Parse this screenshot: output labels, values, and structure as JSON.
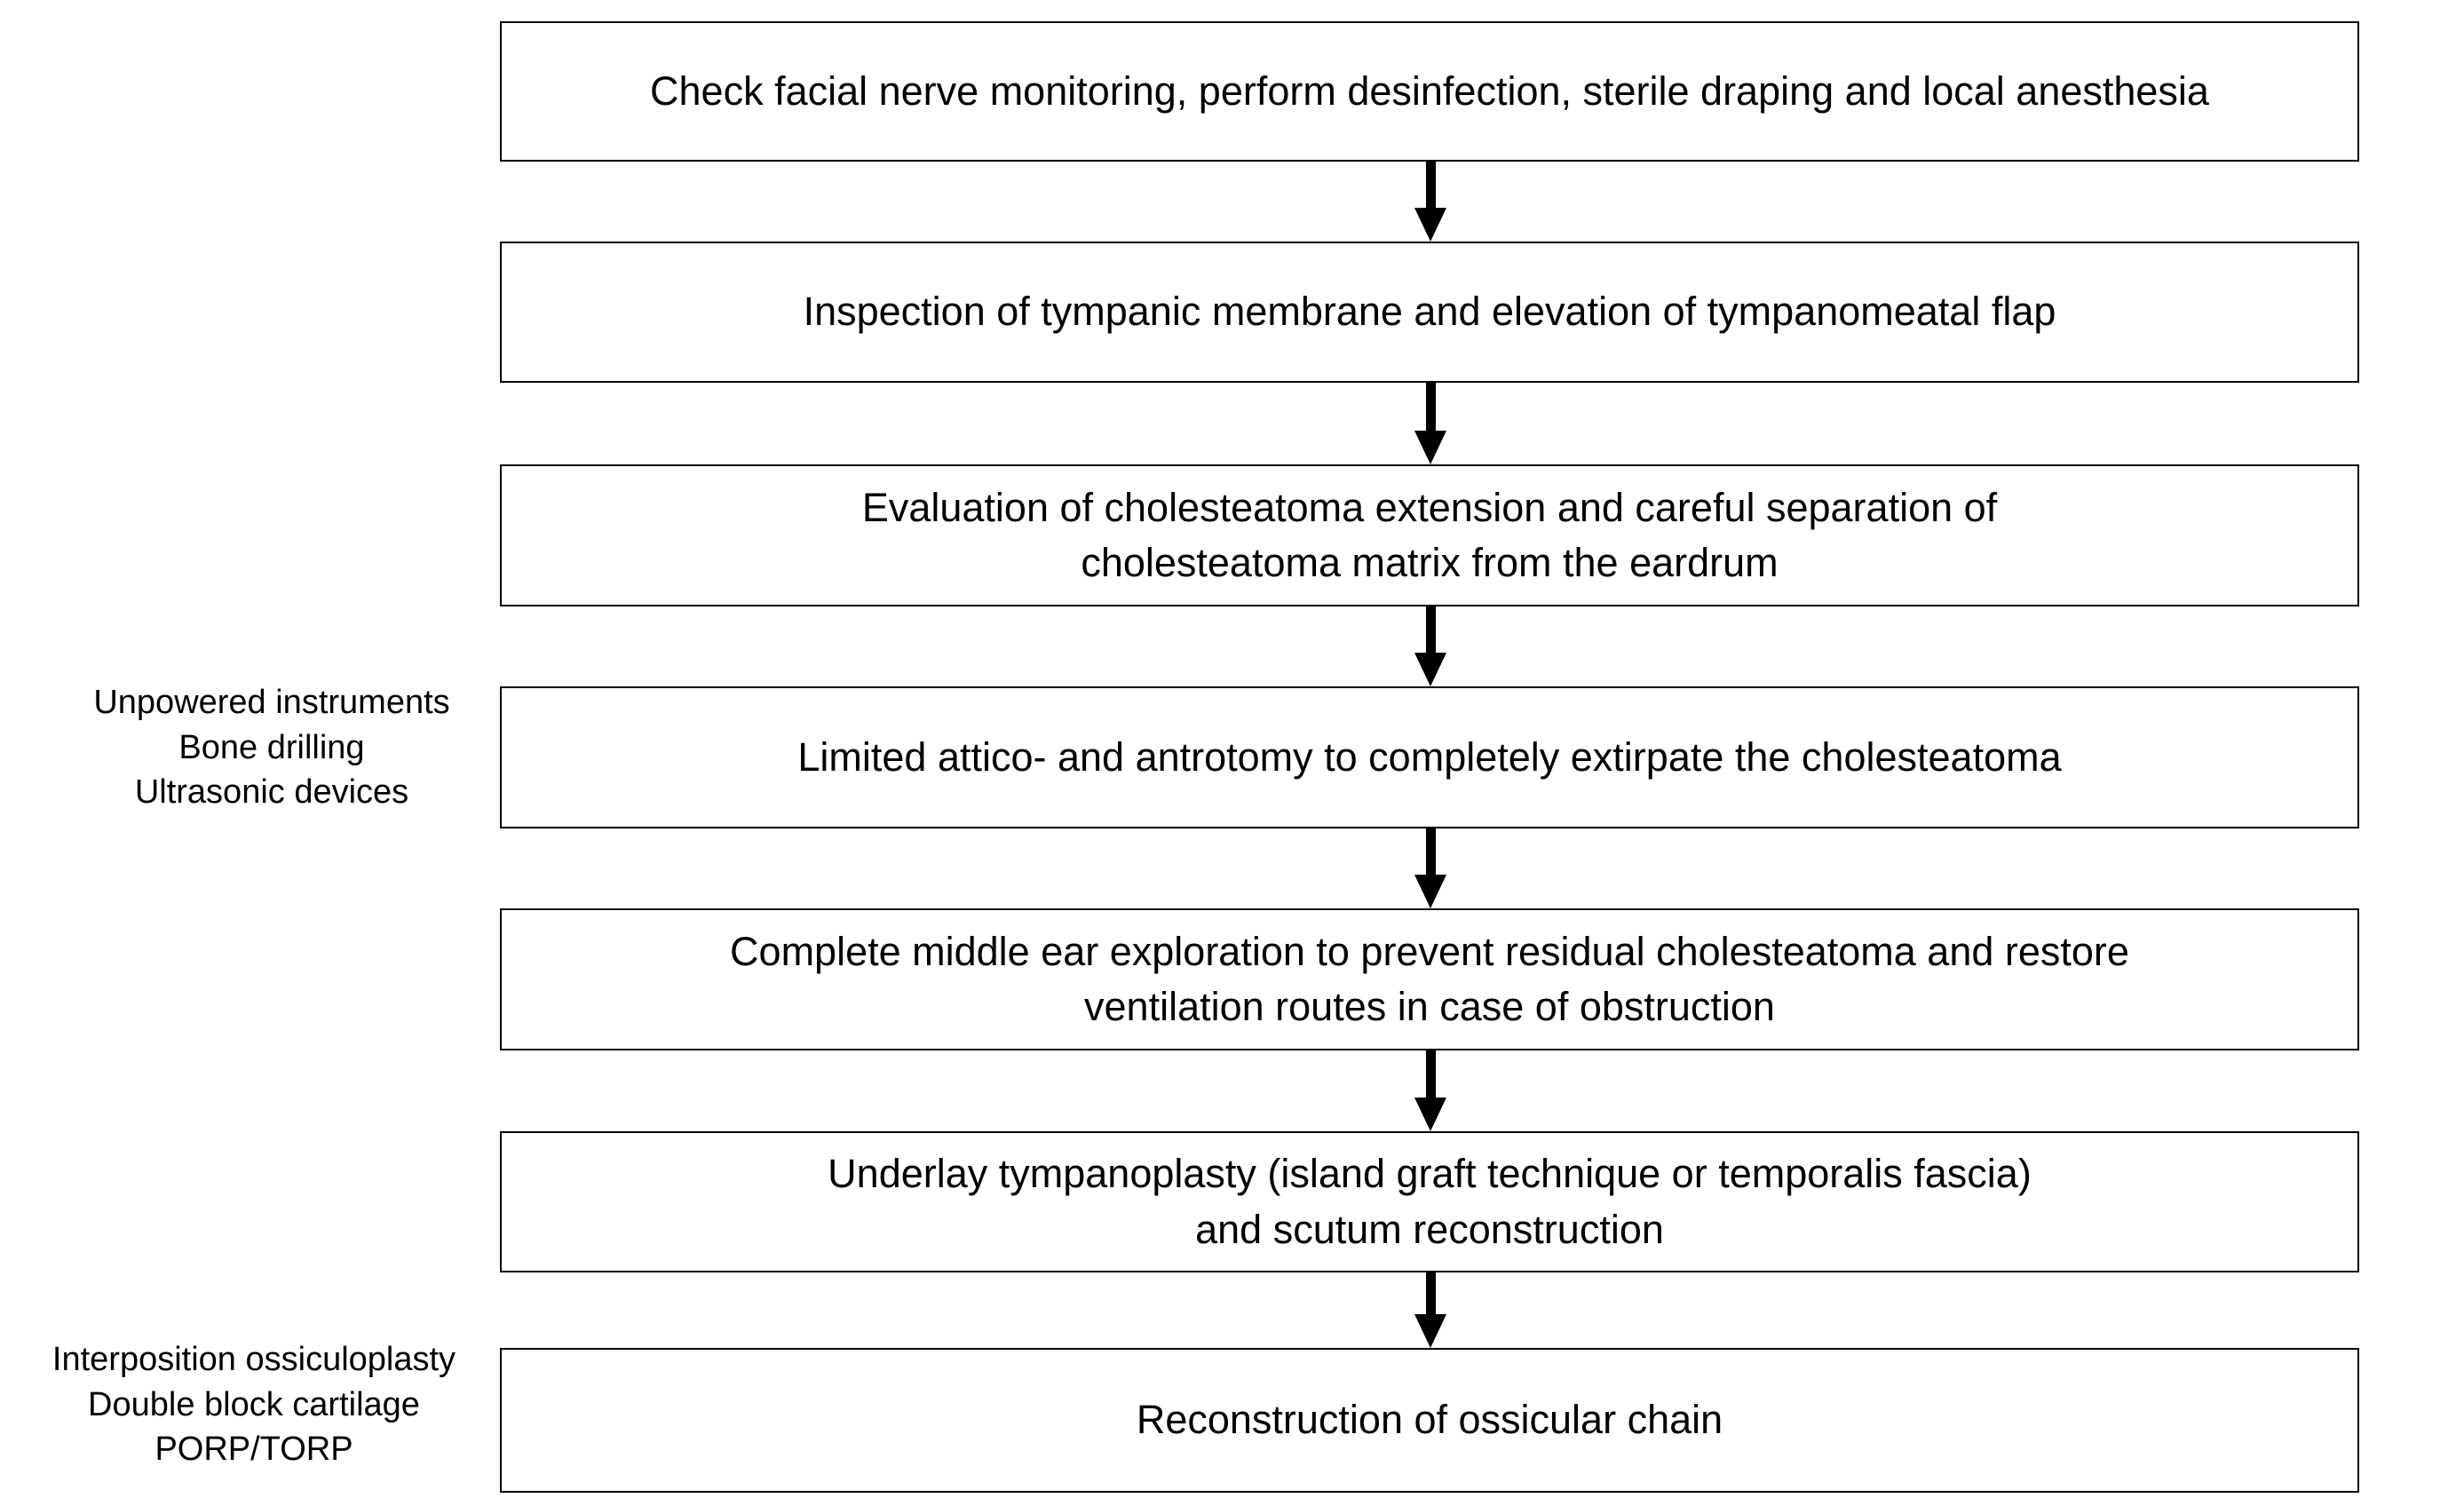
{
  "diagram": {
    "title": "Surgical procedure flowchart for endoscopic cholesteatoma surgery",
    "type": "vertical-flowchart",
    "colors": {
      "box_border": "#000000",
      "box_fill": "#ffffff",
      "text": "#000000",
      "arrow": "#000000",
      "background": "#ffffff"
    },
    "steps": [
      {
        "id": "step-1",
        "text": "Check facial nerve monitoring, perform desinfection, sterile draping and local anesthesia"
      },
      {
        "id": "step-2",
        "text": "Inspection of tympanic membrane and elevation of tympanomeatal flap"
      },
      {
        "id": "step-3",
        "text": "Evaluation of cholesteatoma extension and careful separation of\ncholesteatoma matrix from the eardrum"
      },
      {
        "id": "step-4",
        "text": "Limited attico- and antrotomy to completely extirpate the cholesteatoma"
      },
      {
        "id": "step-5",
        "text": "Complete middle ear exploration to prevent residual cholesteatoma and restore\nventilation routes in case of obstruction"
      },
      {
        "id": "step-6",
        "text": "Underlay tympanoplasty (island graft technique or temporalis fascia)\nand scutum reconstruction"
      },
      {
        "id": "step-7",
        "text": "Reconstruction of ossicular chain"
      }
    ],
    "annotations": [
      {
        "id": "annotation-instruments",
        "attached_to": "step-4",
        "lines": [
          "Unpowered instruments",
          "Bone drilling",
          "Ultrasonic devices"
        ],
        "text": "Unpowered instruments\nBone drilling\nUltrasonic devices"
      },
      {
        "id": "annotation-ossiculoplasty",
        "attached_to": "step-7",
        "lines": [
          "Interposition ossiculoplasty",
          "Double block cartilage",
          "PORP/TORP"
        ],
        "text": "Interposition ossiculoplasty\nDouble block cartilage\nPORP/TORP"
      }
    ],
    "connectors": [
      {
        "id": "arrow-1-2",
        "from": "step-1",
        "to": "step-2",
        "glyph": "down-arrow-icon"
      },
      {
        "id": "arrow-2-3",
        "from": "step-2",
        "to": "step-3",
        "glyph": "down-arrow-icon"
      },
      {
        "id": "arrow-3-4",
        "from": "step-3",
        "to": "step-4",
        "glyph": "down-arrow-icon"
      },
      {
        "id": "arrow-4-5",
        "from": "step-4",
        "to": "step-5",
        "glyph": "down-arrow-icon"
      },
      {
        "id": "arrow-5-6",
        "from": "step-5",
        "to": "step-6",
        "glyph": "down-arrow-icon"
      },
      {
        "id": "arrow-6-7",
        "from": "step-6",
        "to": "step-7",
        "glyph": "down-arrow-icon"
      }
    ]
  }
}
